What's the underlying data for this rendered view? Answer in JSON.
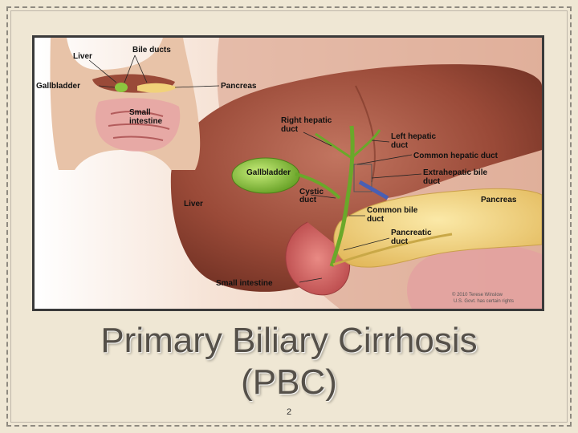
{
  "slide": {
    "title_line1": "Primary Biliary Cirrhosis",
    "title_line2": "(PBC)",
    "page_number": "2"
  },
  "figure": {
    "inset_labels": {
      "liver": "Liver",
      "bile_ducts": "Bile ducts",
      "gallbladder": "Gallbladder",
      "pancreas": "Pancreas",
      "small_line1": "Small",
      "small_line2": "intestine"
    },
    "labels": {
      "right_hepatic_1": "Right hepatic",
      "right_hepatic_2": "duct",
      "left_hepatic_1": "Left hepatic",
      "left_hepatic_2": "duct",
      "common_hepatic": "Common hepatic duct",
      "gallbladder": "Gallbladder",
      "extrahepatic_1": "Extrahepatic bile",
      "extrahepatic_2": "duct",
      "cystic_1": "Cystic",
      "cystic_2": "duct",
      "liver": "Liver",
      "pancreas": "Pancreas",
      "common_bile_1": "Common bile",
      "common_bile_2": "duct",
      "pancreatic_1": "Pancreatic",
      "pancreatic_2": "duct",
      "small_intestine": "Small intestine"
    },
    "copyright_1": "© 2010 Terese Winslow",
    "copyright_2": "U.S. Govt. has certain rights",
    "colors": {
      "liver": "#9a4a38",
      "gallbladder": "#8cc63f",
      "pancreas": "#f1d27a",
      "intestine": "#d46a6a",
      "skin": "#e8c3a8"
    }
  }
}
